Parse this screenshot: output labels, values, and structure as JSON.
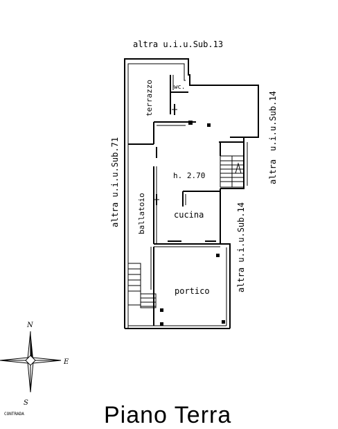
{
  "labels": {
    "top_neighbor": "altra  u.i.u.Sub.13",
    "left_neighbor": "altra  u.i.u.Sub.71",
    "right_neighbor_upper_a": "u.i.u.Sub.14",
    "right_neighbor_upper_b": "altra",
    "right_neighbor_lower": "altra  u.i.u.Sub.14",
    "terrazzo": "terrazzo",
    "wc": "wc.",
    "height": "h. 2.70",
    "cucina": "cucina",
    "ballatoio": "ballatoio",
    "portico": "portico"
  },
  "compass": {
    "north": "N",
    "east": "E",
    "south": "S",
    "note": "CONTRADA"
  },
  "title": "Piano Terra"
}
